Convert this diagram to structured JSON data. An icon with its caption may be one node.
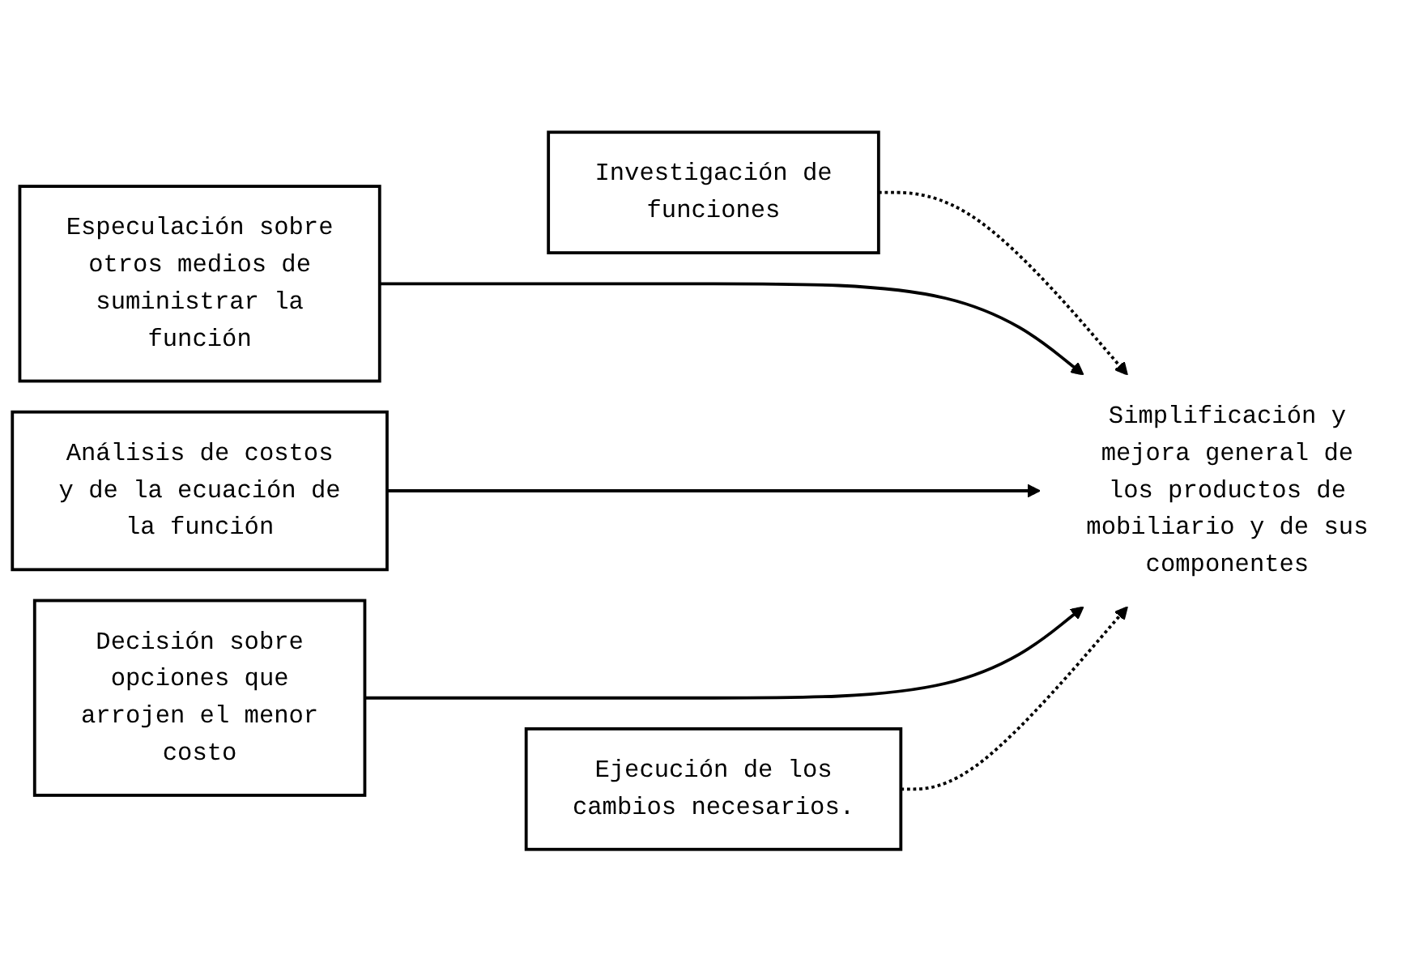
{
  "diagram": {
    "nodes": [
      {
        "text": [
          "Investigación de funciones"
        ]
      },
      {
        "text": [
          "Especulación sobre otros medios de suministrar la función"
        ]
      },
      {
        "text": [
          "Análisis de costos y de la ecuación de la función"
        ]
      },
      {
        "text": [
          "Decisión sobre opciones que arrojen el menor costo"
        ]
      },
      {
        "text": [
          "Ejecución de los cambios necesarios."
        ]
      },
      {
        "text": [
          "Simplificación y mejora general de los productos de mobiliario y de sus componentes"
        ]
      }
    ],
    "edges": [
      {
        "from": 0,
        "to": 5,
        "arrow": "to",
        "style": "dashed"
      },
      {
        "from": 1,
        "to": 5,
        "arrow": "to"
      },
      {
        "from": 2,
        "to": 5,
        "arrow": "to"
      },
      {
        "from": 3,
        "to": 5,
        "arrow": "to"
      },
      {
        "from": 4,
        "to": 5,
        "arrow": "to",
        "style": "dashed"
      }
    ]
  }
}
